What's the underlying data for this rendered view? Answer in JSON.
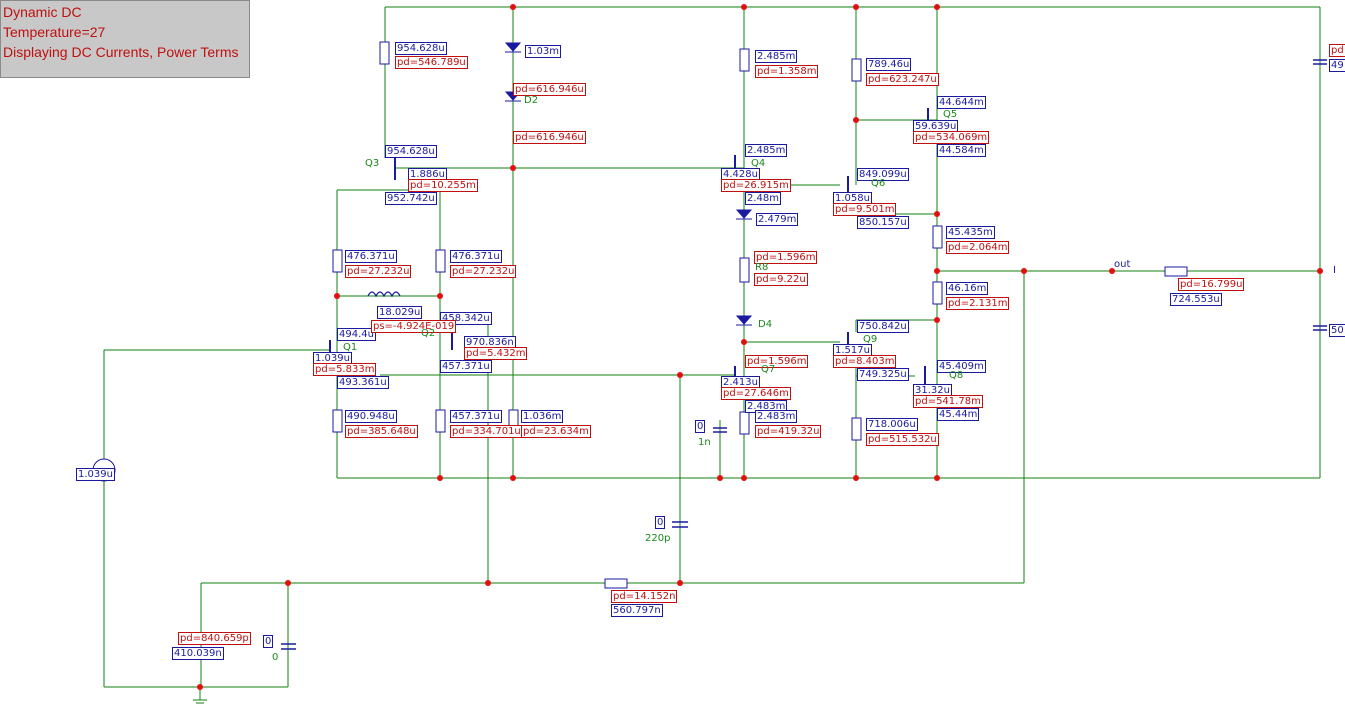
{
  "info_panel": {
    "line1": "Dynamic DC",
    "line2": "Temperature=27",
    "line3": "Displaying DC Currents, Power Terms"
  },
  "colors": {
    "wire": "#108010",
    "component": "#1a1aa0",
    "power_label": "#c01010",
    "node": "#e01010"
  },
  "labels": {
    "r1_i": "954.628u",
    "r1_pd": "pd=546.789u",
    "d1_i": "1.03m",
    "d1_pd": "pd=616.946u",
    "d2_name": "D2",
    "d2_pd": "pd=616.946u",
    "r_top4_i": "2.485m",
    "r_top4_pd": "pd=1.358m",
    "r_top5_i": "789.46u",
    "r_top5_pd": "pd=623.247u",
    "q5_ib": "44.644m",
    "q5_name": "Q5",
    "q5_ie": "59.639u",
    "q5_pd": "pd=534.069m",
    "q5_ic": "44.584m",
    "q3_ic": "954.628u",
    "q3_name": "Q3",
    "q3_ib": "1.886u",
    "q3_pd": "pd=10.255m",
    "q3_ie": "952.742u",
    "q4_ic": "2.485m",
    "q4_name": "Q4",
    "q4_ib": "4.428u",
    "q4_pd": "pd=26.915m",
    "q4_ie": "2.48m",
    "q6_ic": "849.099u",
    "q6_name": "Q6",
    "q6_ib": "1.058u",
    "q6_pd": "pd=9.501m",
    "q6_ie": "850.157u",
    "d3_i": "2.479m",
    "re1_i": "45.435m",
    "re1_pd": "pd=2.064m",
    "rc1_i": "476.371u",
    "rc1_pd": "pd=27.232u",
    "rc2_i": "476.371u",
    "rc2_pd": "pd=27.232u",
    "r8_pd": "pd=1.596m",
    "r8_name": "R8",
    "r8_pd2": "pd=9.22u",
    "out_label": "out",
    "rout_pd": "pd=16.799u",
    "rout_i": "724.553u",
    "re2_i": "46.16m",
    "re2_pd": "pd=2.131m",
    "l1_i": "18.029u",
    "q1_i": "494.4u",
    "q1_name": "Q1",
    "q1_ib": "1.039u",
    "q1_pd": "pd=5.833m",
    "q1_ie": "493.361u",
    "q2_ic": "458.342u",
    "q2_ps": "ps=-4.924E-019",
    "q2_name": "Q2",
    "q2_ib": "970.836n",
    "q2_pd": "pd=5.432m",
    "q2_ie": "457.371u",
    "d4_name": "D4",
    "q9_ic": "750.842u",
    "q9_name": "Q9",
    "q9_ib": "1.517u",
    "q9_pd": "pd=8.403m",
    "q9_ie": "749.325u",
    "q7_pd": "pd=1.596m",
    "q7_name": "Q7",
    "q7_ib": "2.413u",
    "q7_pd2": "pd=27.646m",
    "q7_ie": "2.483m",
    "q8_ic": "45.409m",
    "q8_name": "Q8",
    "q8_ib": "31.32u",
    "q8_pd": "pd=541.78m",
    "q8_ie": "45.44m",
    "re3_i": "490.948u",
    "re3_pd": "pd=385.648u",
    "re4_i": "457.371u",
    "re4_pd": "pd=334.701u",
    "re5_i": "1.036m",
    "re5_pd": "pd=23.634m",
    "c1_i": "0",
    "c1_val": "1n",
    "re6_i": "2.483m",
    "re6_pd": "pd=419.32u",
    "re7_i": "718.006u",
    "re7_pd": "pd=515.532u",
    "vin_i": "1.039u",
    "c2_i": "0",
    "c2_val": "220p",
    "rfb_pd": "pd=14.152n",
    "rfb_i": "560.797n",
    "rgnd_pd": "pd=840.659p",
    "rgnd_i": "410.039n",
    "c3_i": "0",
    "c3_val": "0",
    "vsup1_pd": "pd",
    "vsup1_i": "49",
    "vsup2_i": "50",
    "load_tag": "I"
  }
}
